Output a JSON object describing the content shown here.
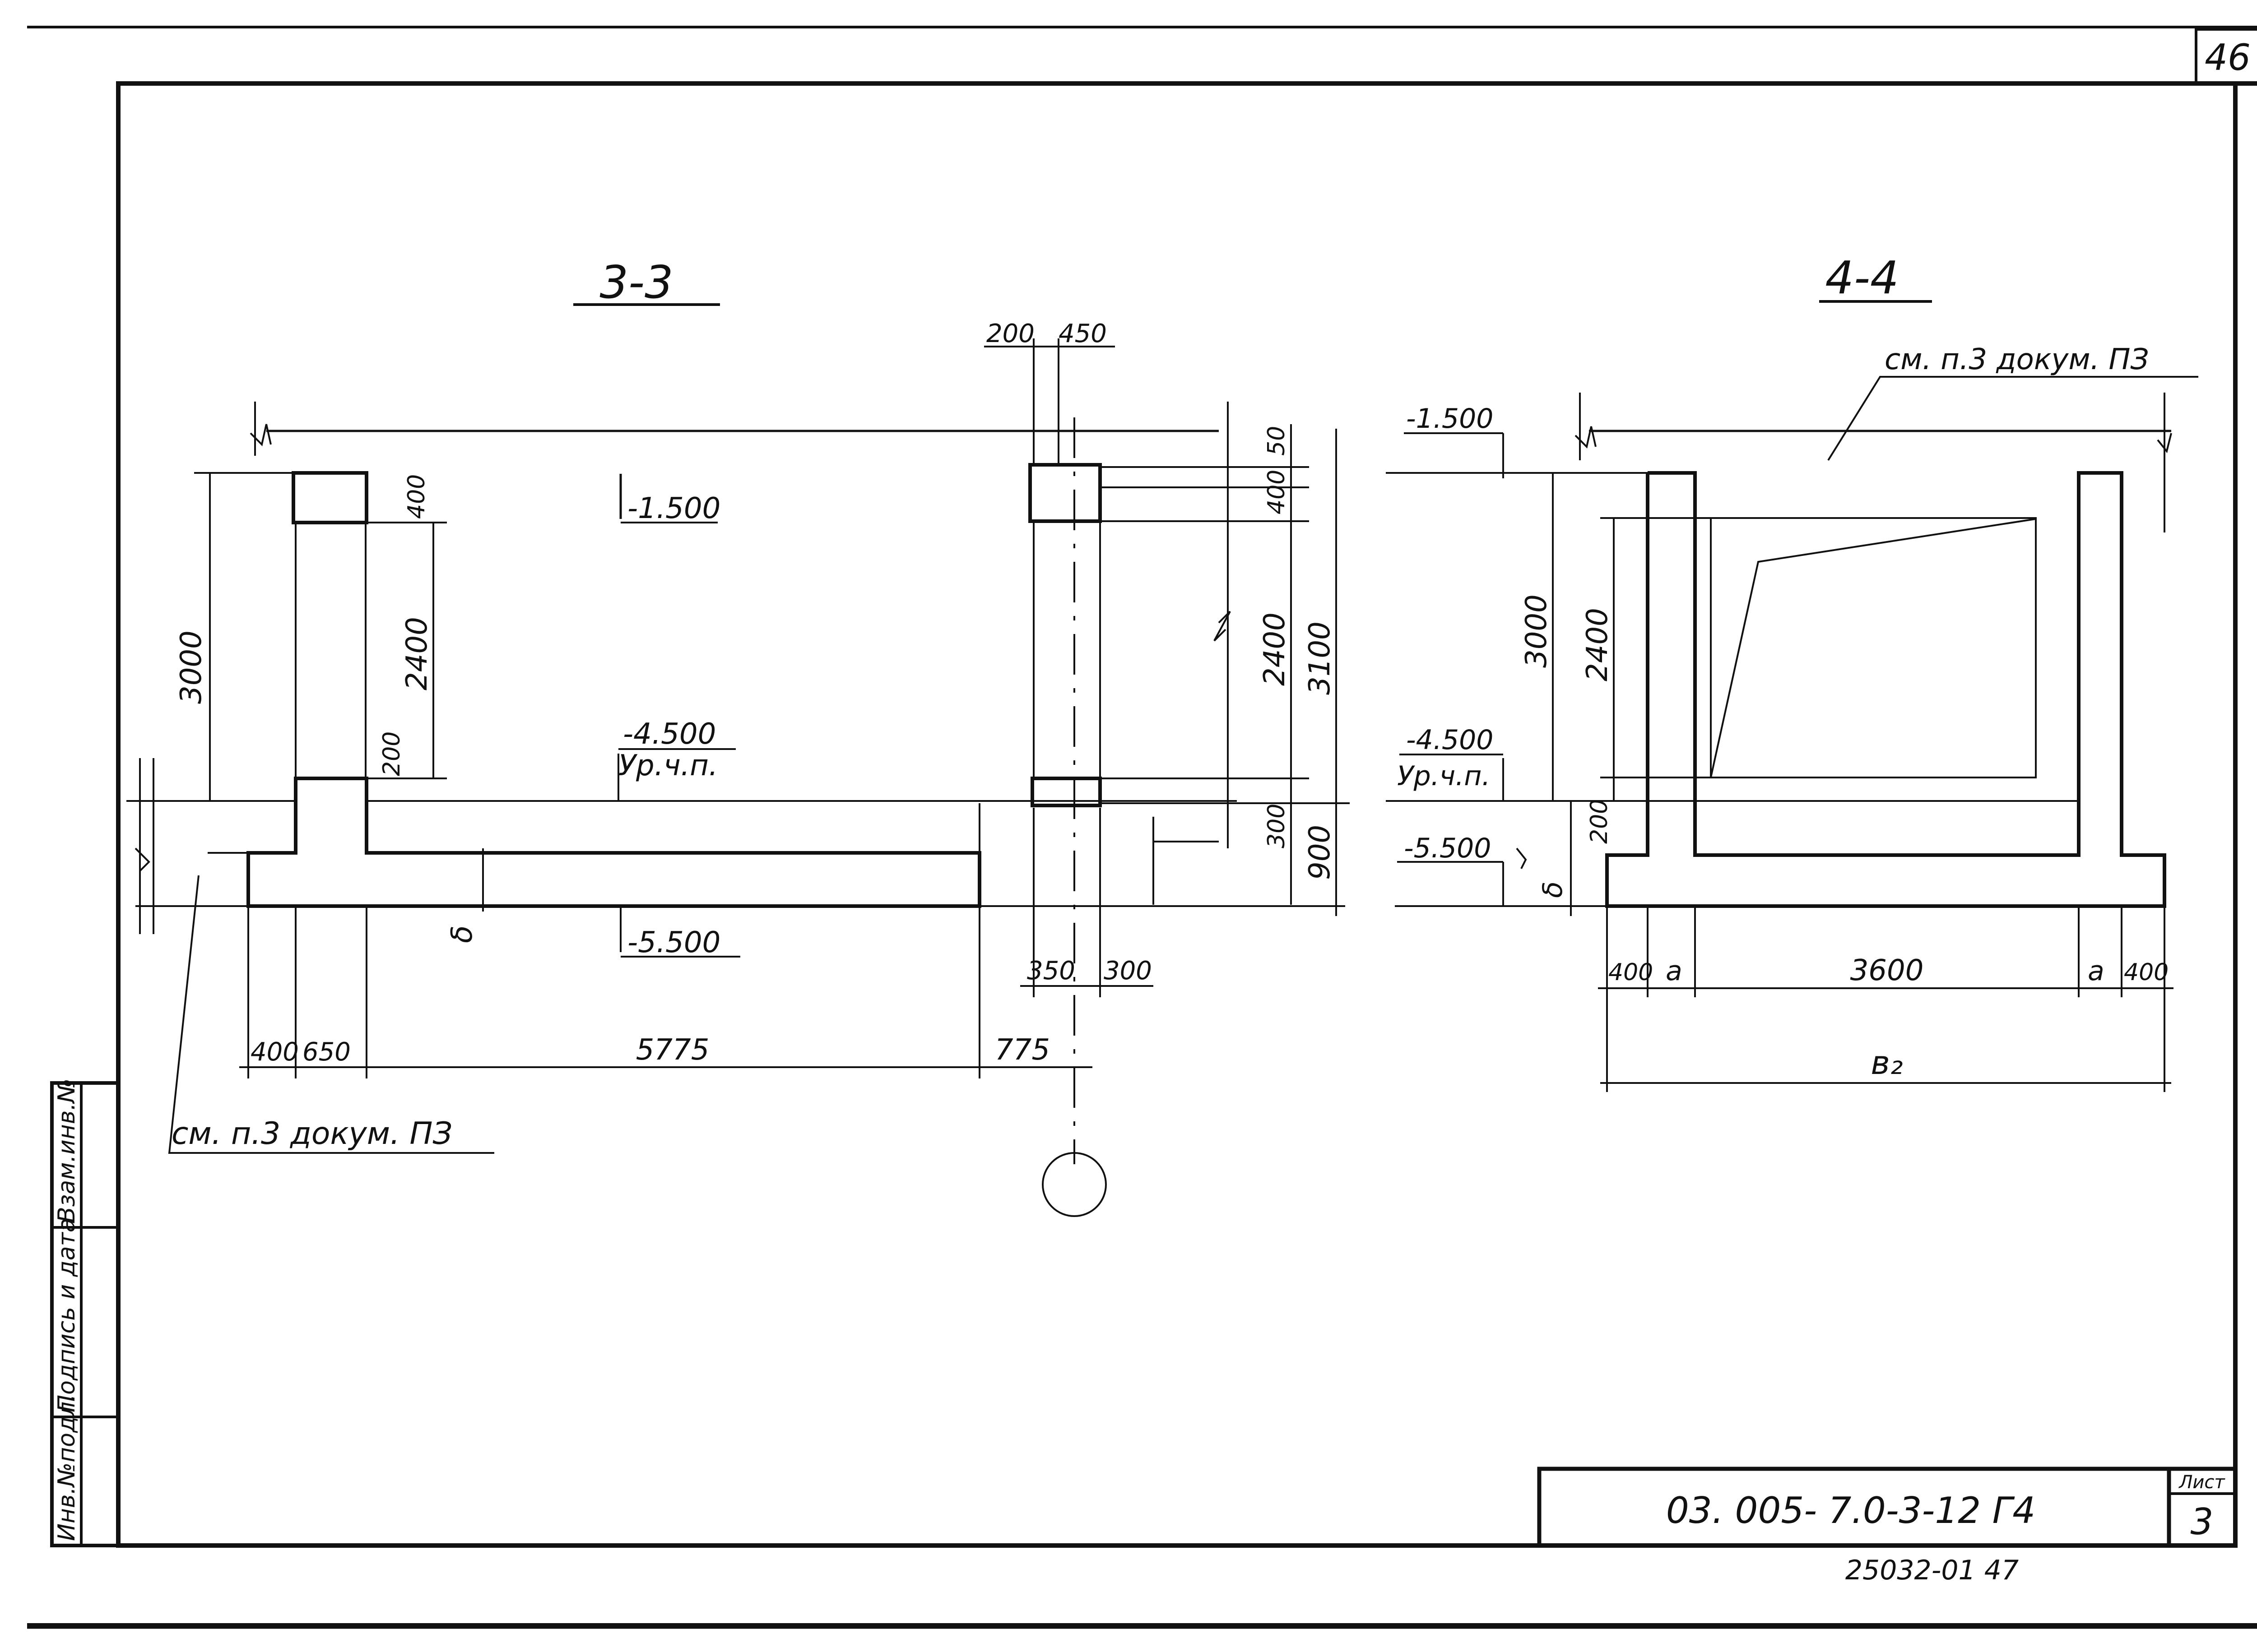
{
  "sheet_number": "46",
  "section_3": {
    "title": "3-3",
    "dims": {
      "d3000": "3000",
      "d2400": "2400",
      "d200": "200",
      "d200top": "200",
      "d450": "450",
      "d50": "50",
      "d400a": "400",
      "d400b": "400",
      "d2400r": "2400",
      "d3100": "3100",
      "d300": "300",
      "d900": "900",
      "d350": "350",
      "d300b": "300",
      "d400": "400",
      "d650": "650",
      "d5775": "5775",
      "d775": "775",
      "delta": "δ"
    },
    "levels": {
      "l1500": "-1.500",
      "l4500": "-4.500",
      "ground": "Ур.ч.п.",
      "l5500": "-5.500"
    },
    "note": "см. п.3  докум. ПЗ"
  },
  "section_4": {
    "title": "4-4",
    "note": "см. п.3  докум. ПЗ",
    "levels": {
      "l1500": "-1.500",
      "l4500": "-4.500",
      "ground": "Ур.ч.п.",
      "l5500": "-5.500"
    },
    "dims": {
      "d3000": "3000",
      "d2400": "2400",
      "d200": "200",
      "delta": "δ",
      "d400l": "400",
      "al": "a",
      "d3600": "3600",
      "ar": "a",
      "d400r": "400",
      "b2": "в₂"
    }
  },
  "side_stamp": {
    "f1": "Взам.инв.№",
    "f2": "Подпись и дата",
    "f3": "Инв.№подл."
  },
  "title_block": {
    "code": "03. 005- 7.0-3-12  Г4",
    "sheet_label": "Лист",
    "sheet": "3"
  },
  "footer": "25032-01   47"
}
